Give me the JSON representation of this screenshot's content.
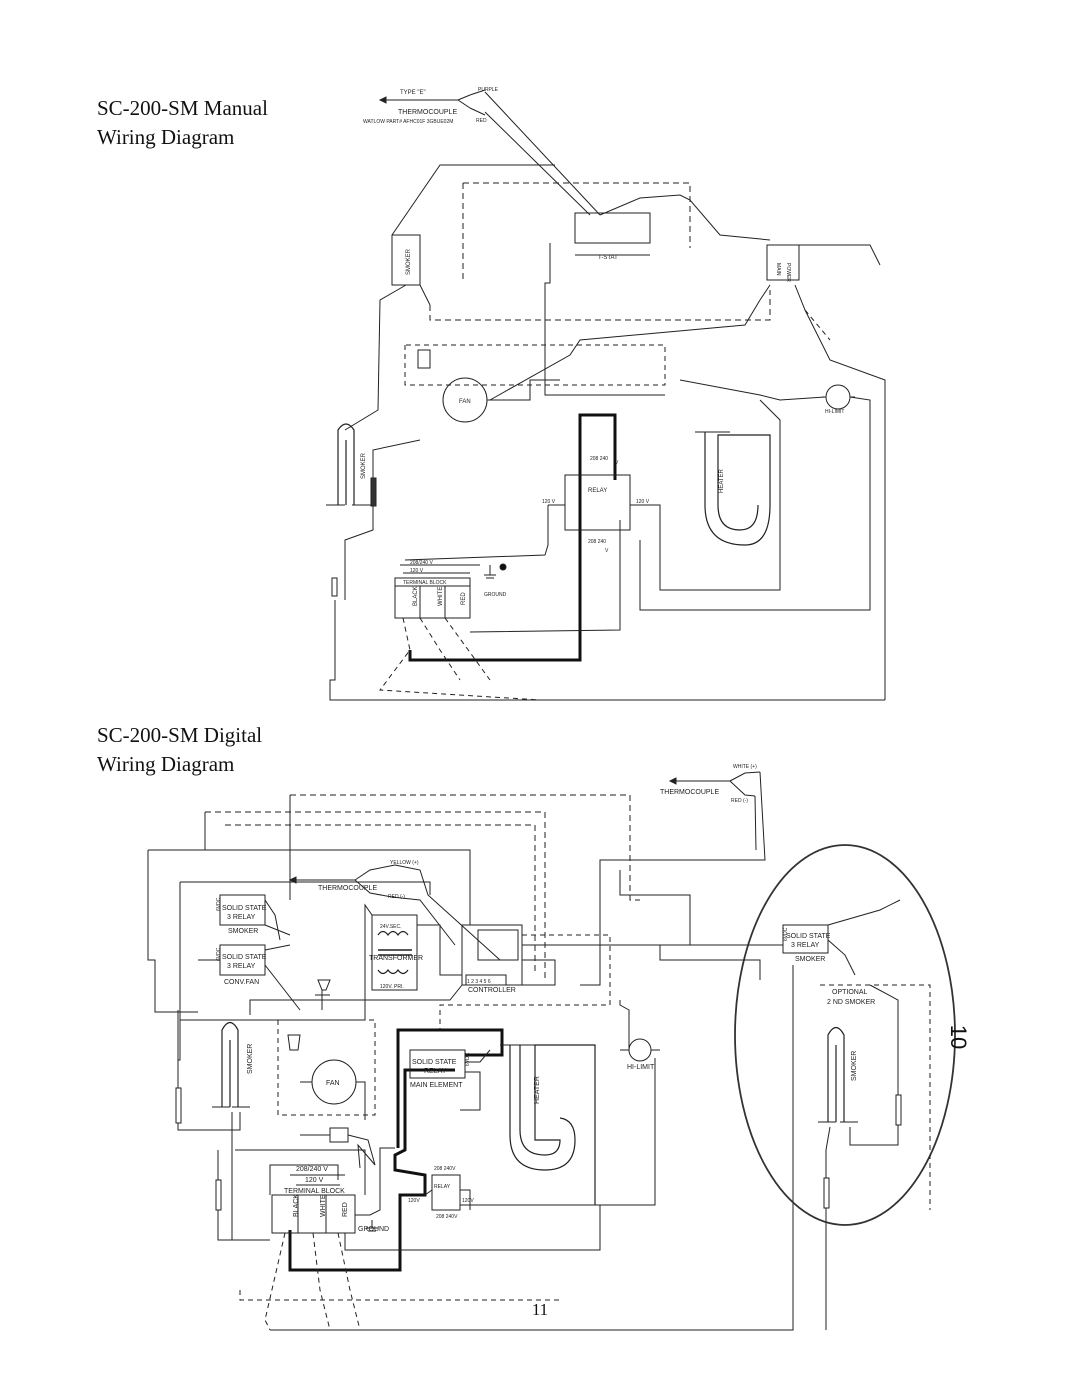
{
  "manual": {
    "title_line1": "SC-200-SM Manual",
    "title_line2": "Wiring Diagram",
    "labels": {
      "type_e": "TYPE \"E\"",
      "purple": "PURPLE",
      "red": "RED",
      "thermocouple": "THERMOCOUPLE",
      "watlow_part": "WATLOW PART# AFHC01F 3GBUE02M",
      "smoker_upper": "SMOKER",
      "tstat": "T-STAT",
      "main": "MAIN",
      "power": "POWER",
      "fan": "FAN",
      "hi_limit": "HI-LIMIT",
      "smoker_element": "SMOKER",
      "heater": "HEATER",
      "v208_240_relay": "208 240",
      "v_relay_top": "V",
      "relay": "RELAY",
      "v120_left": "120 V",
      "v120_right": "120 V",
      "v208_240_bottom": "208 240",
      "v_bottom": "V",
      "tb_208_240": "208/240 V",
      "tb_120": "120 V",
      "terminal_block": "TERMINAL BLOCK",
      "black": "BLACK",
      "white": "WHITE",
      "red_term": "RED",
      "ground": "GROUND"
    }
  },
  "digital": {
    "title_line1": "SC-200-SM Digital",
    "title_line2": "Wiring Diagram",
    "labels": {
      "white_plus": "WHITE (+)",
      "thermocouple_top": "THERMOCOUPLE",
      "red_minus_top": "RED (-)",
      "yellow_plus": "YELLOW (+)",
      "thermocouple": "THERMOCOUPLE",
      "red_minus": "RED (-)",
      "vdc6_a": "6VDC",
      "ssr_smoker_line1": "SOLID STATE",
      "ssr_smoker_line2": "3 RELAY",
      "smoker_caption": "SMOKER",
      "vdc6_b": "6VDC",
      "ssr_fan_line1": "SOLID STATE",
      "ssr_fan_line2": "3 RELAY",
      "conv_fan": "CONV.FAN",
      "v24_sec": "24V.SEC.",
      "transformer": "TRANSFORMER",
      "v120_pri": "120V. PRI.",
      "controller": "CONTROLLER",
      "controller_pins": "1 2 3 4 5 6",
      "smoker_element": "SMOKER",
      "fan": "FAN",
      "ssr_main_line1": "SOLID STATE",
      "ssr_main_line2": "RELAY",
      "main_element": "MAIN ELEMENT",
      "vdc6_c": "6VDC",
      "heater": "HEATER",
      "hi_limit": "HI-LIMIT",
      "tb_208_240": "208/240 V",
      "tb_120": "120 V",
      "terminal_block": "TERMINAL BLOCK",
      "black": "BLACK",
      "white": "WHITE",
      "red_term": "RED",
      "ground": "GROUND",
      "relay": "RELAY",
      "r208_240_top": "208 240V",
      "r120_left": "120V",
      "r120_right": "120V",
      "r208_240_bottom": "208 240V",
      "vdc6_opt": "6VDC",
      "ssr_opt_line1": "SOLID STATE",
      "ssr_opt_line2": "3 RELAY",
      "smoker_opt": "SMOKER",
      "optional_line1": "OPTIONAL",
      "optional_line2": "2 ND SMOKER",
      "smoker_opt_element": "SMOKER"
    }
  },
  "page_number": "11",
  "side_number": "10"
}
